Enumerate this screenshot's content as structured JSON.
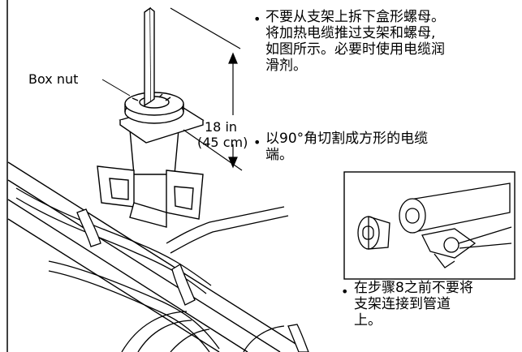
{
  "labels": {
    "box_nut": "Box nut",
    "dimension_in": "18 in",
    "dimension_cm": "(45 cm)"
  },
  "instructions": {
    "bullet_symbol": "•",
    "item1": {
      "lines": [
        "不要从支架上拆下盒形螺母。",
        "将加热电缆推过支架和螺母,",
        "如图所示。必要时使用电缆润",
        "滑剂。"
      ]
    },
    "item2": {
      "lines": [
        "以90°角切割成方形的电缆",
        "端。"
      ]
    },
    "item3": {
      "lines": [
        "在步骤8之前不要将",
        "支架连接到管道",
        "上。"
      ]
    }
  },
  "colors": {
    "line": "#000000",
    "cable_fill": "#ffffff",
    "panel_border": "#000000"
  }
}
